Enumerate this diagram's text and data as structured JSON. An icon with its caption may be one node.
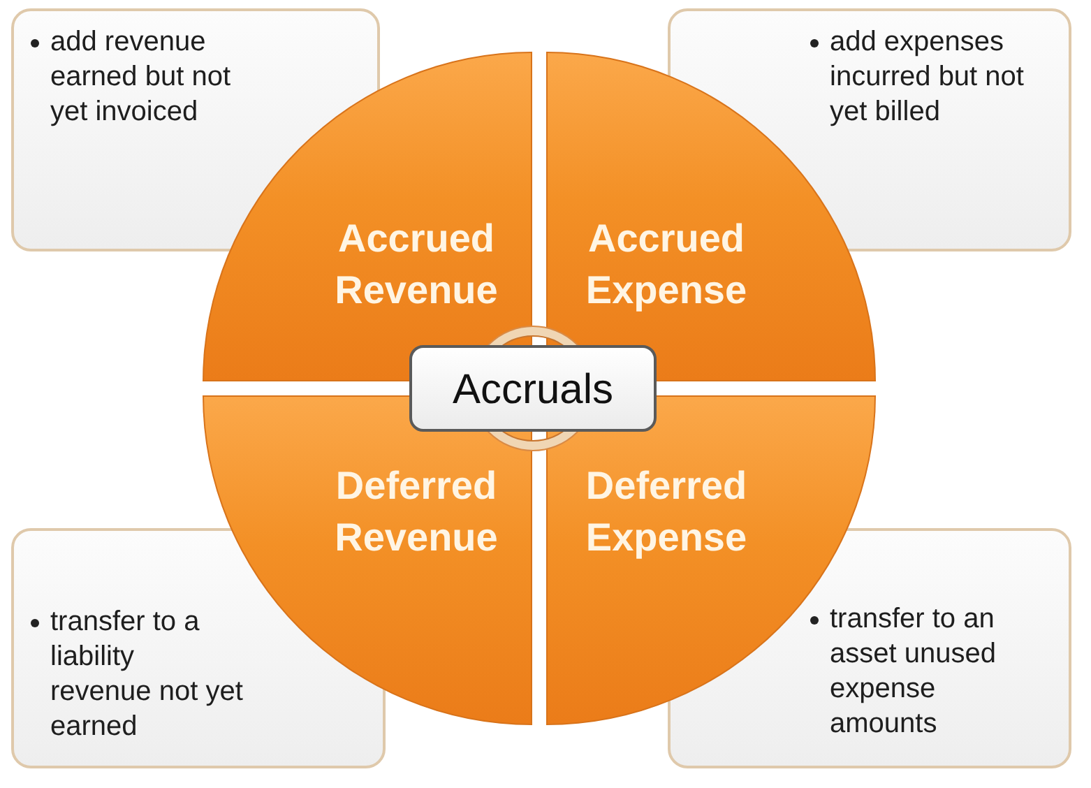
{
  "diagram": {
    "nodes": [
      {
        "text": [
          "add revenue earned but not yet invoiced"
        ]
      },
      {
        "text": [
          "add expenses incurred but not yet billed"
        ]
      },
      {
        "text": [
          "Accrued Revenue"
        ]
      },
      {
        "text": [
          "Accrued Expense"
        ]
      },
      {
        "text": [
          "Accruals"
        ]
      },
      {
        "text": [
          "Deferred Revenue"
        ]
      },
      {
        "text": [
          "Deferred Expense"
        ]
      },
      {
        "text": [
          "transfer to a liability revenue not yet earned"
        ]
      },
      {
        "text": [
          "transfer to an asset unused expense amounts"
        ]
      }
    ]
  }
}
